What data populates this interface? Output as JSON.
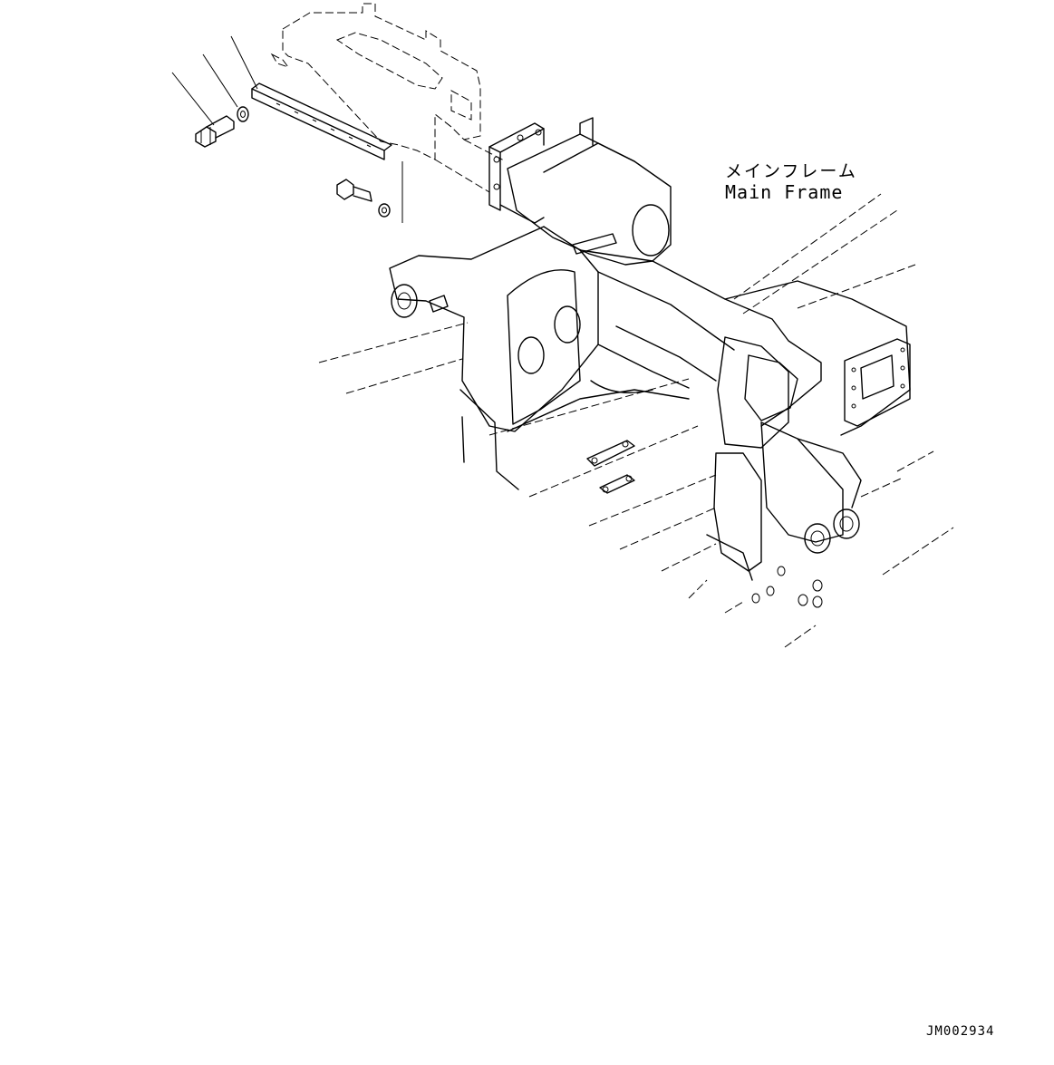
{
  "diagram": {
    "callout_jp": "メインフレーム",
    "callout_en": "Main Frame",
    "document_id": "JM002934"
  }
}
